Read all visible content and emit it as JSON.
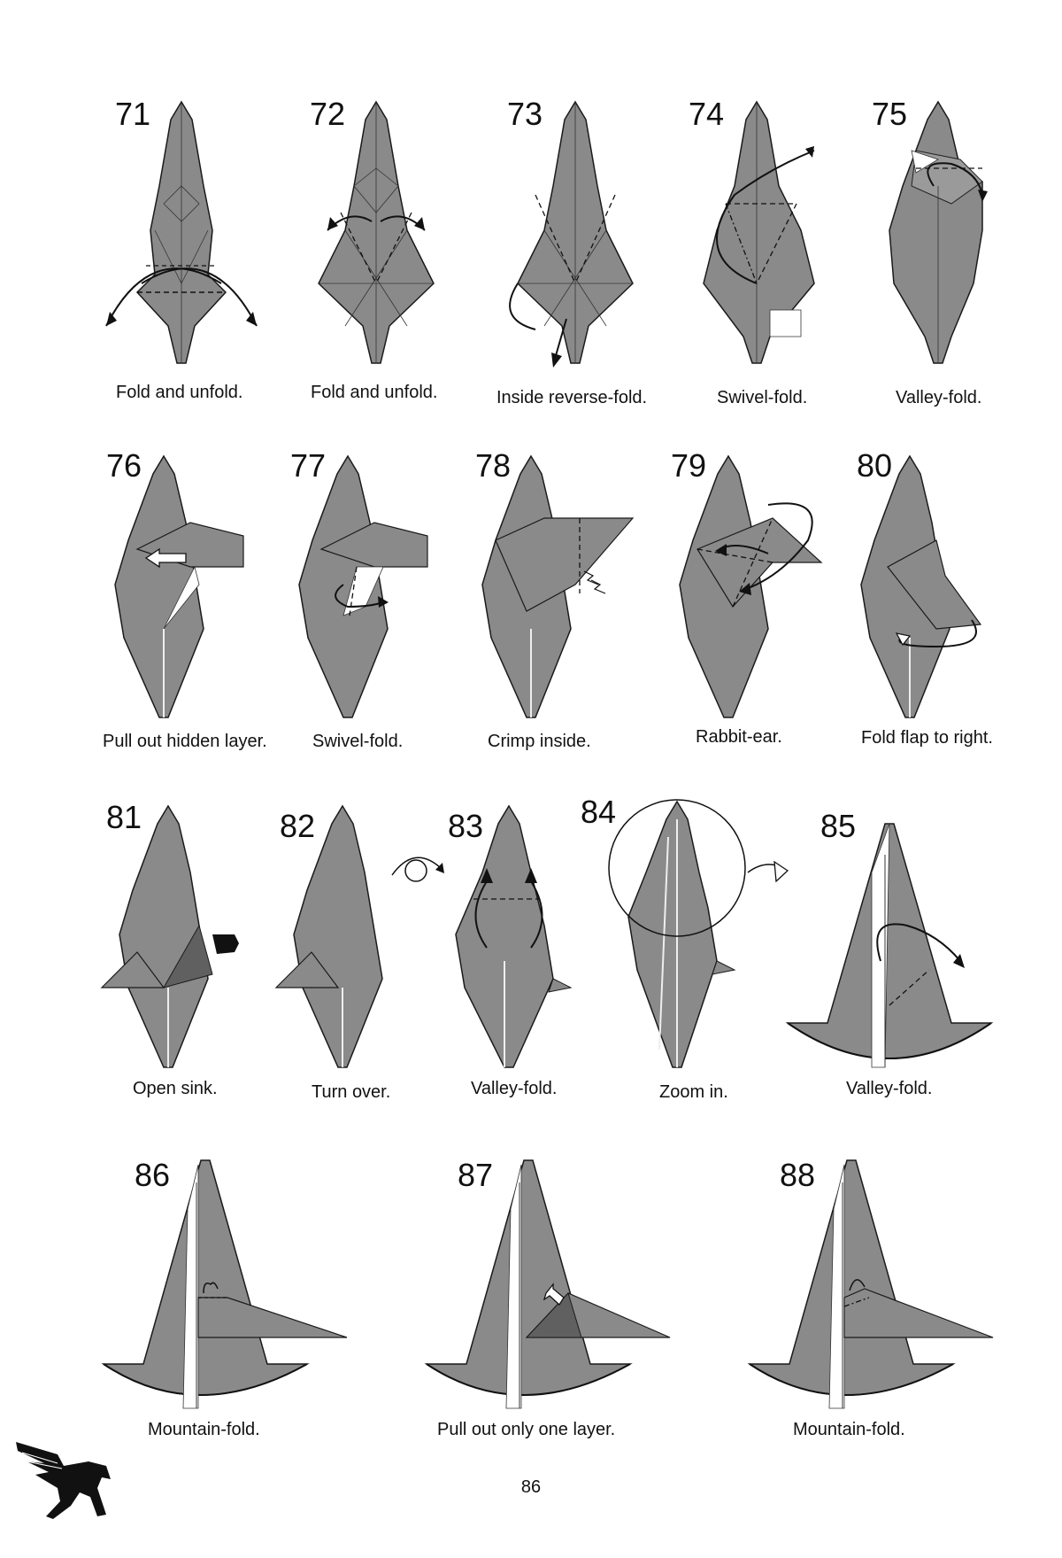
{
  "page_number": "86",
  "steps": [
    {
      "number": "71",
      "caption": "Fold and unfold."
    },
    {
      "number": "72",
      "caption": "Fold and unfold."
    },
    {
      "number": "73",
      "caption": "Inside reverse-fold."
    },
    {
      "number": "74",
      "caption": "Swivel-fold."
    },
    {
      "number": "75",
      "caption": "Valley-fold."
    },
    {
      "number": "76",
      "caption": "Pull out hidden layer."
    },
    {
      "number": "77",
      "caption": "Swivel-fold."
    },
    {
      "number": "78",
      "caption": "Crimp inside."
    },
    {
      "number": "79",
      "caption": "Rabbit-ear."
    },
    {
      "number": "80",
      "caption": "Fold flap to right."
    },
    {
      "number": "81",
      "caption": "Open sink."
    },
    {
      "number": "82",
      "caption": "Turn over."
    },
    {
      "number": "83",
      "caption": "Valley-fold."
    },
    {
      "number": "84",
      "caption": "Zoom in."
    },
    {
      "number": "85",
      "caption": "Valley-fold."
    },
    {
      "number": "86",
      "caption": "Mountain-fold."
    },
    {
      "number": "87",
      "caption": "Pull out only one layer."
    },
    {
      "number": "88",
      "caption": "Mountain-fold."
    }
  ],
  "colors": {
    "paper": "#8a8a8a",
    "paper_dark": "#606060",
    "line": "#1a1a1a",
    "background": "#ffffff"
  },
  "logo_icon": "pegasus-icon"
}
